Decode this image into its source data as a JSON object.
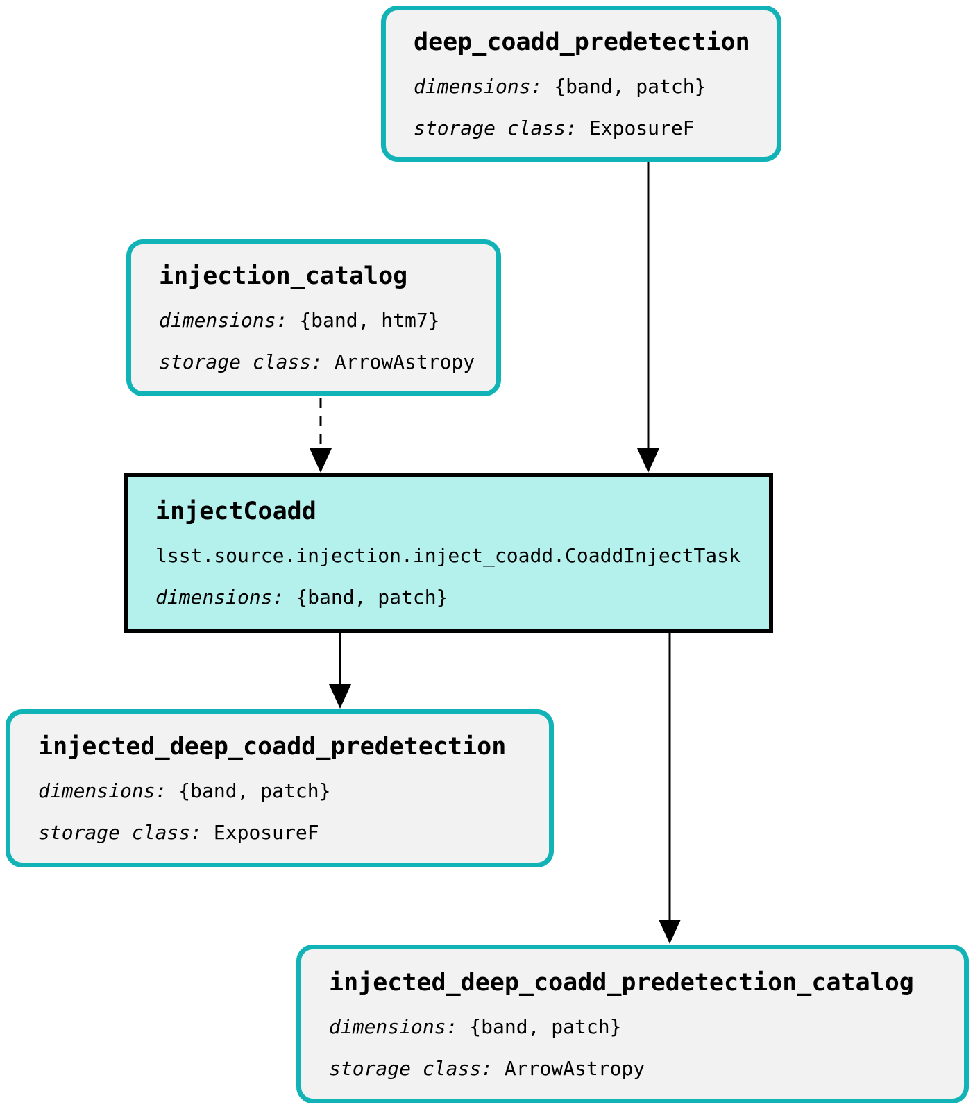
{
  "diagram": {
    "kind": "pipeline-task-graph",
    "background": "#ffffff",
    "colors": {
      "node_border": "#11b3b6",
      "node_fill": "#f2f2f2",
      "task_fill": "#b4f0ec",
      "task_border": "#000000",
      "edge": "#000000",
      "text": "#000000"
    },
    "nodes": [
      {
        "id": "deep_coadd_predetection",
        "kind": "dataset",
        "title": "deep_coadd_predetection",
        "fields": [
          {
            "label": "dimensions:",
            "value": "{band, patch}"
          },
          {
            "label": "storage class:",
            "value": "ExposureF"
          }
        ]
      },
      {
        "id": "injection_catalog",
        "kind": "dataset",
        "title": "injection_catalog",
        "fields": [
          {
            "label": "dimensions:",
            "value": "{band, htm7}"
          },
          {
            "label": "storage class:",
            "value": "ArrowAstropy"
          }
        ]
      },
      {
        "id": "injectCoadd",
        "kind": "task",
        "title": "injectCoadd",
        "task_class": "lsst.source.injection.inject_coadd.CoaddInjectTask",
        "fields": [
          {
            "label": "dimensions:",
            "value": "{band, patch}"
          }
        ]
      },
      {
        "id": "injected_deep_coadd_predetection",
        "kind": "dataset",
        "title": "injected_deep_coadd_predetection",
        "fields": [
          {
            "label": "dimensions:",
            "value": "{band, patch}"
          },
          {
            "label": "storage class:",
            "value": "ExposureF"
          }
        ]
      },
      {
        "id": "injected_deep_coadd_predetection_catalog",
        "kind": "dataset",
        "title": "injected_deep_coadd_predetection_catalog",
        "fields": [
          {
            "label": "dimensions:",
            "value": "{band, patch}"
          },
          {
            "label": "storage class:",
            "value": "ArrowAstropy"
          }
        ]
      }
    ],
    "edges": [
      {
        "from": "deep_coadd_predetection",
        "to": "injectCoadd",
        "style": "solid"
      },
      {
        "from": "injection_catalog",
        "to": "injectCoadd",
        "style": "dashed"
      },
      {
        "from": "injectCoadd",
        "to": "injected_deep_coadd_predetection",
        "style": "solid"
      },
      {
        "from": "injectCoadd",
        "to": "injected_deep_coadd_predetection_catalog",
        "style": "solid"
      }
    ]
  }
}
